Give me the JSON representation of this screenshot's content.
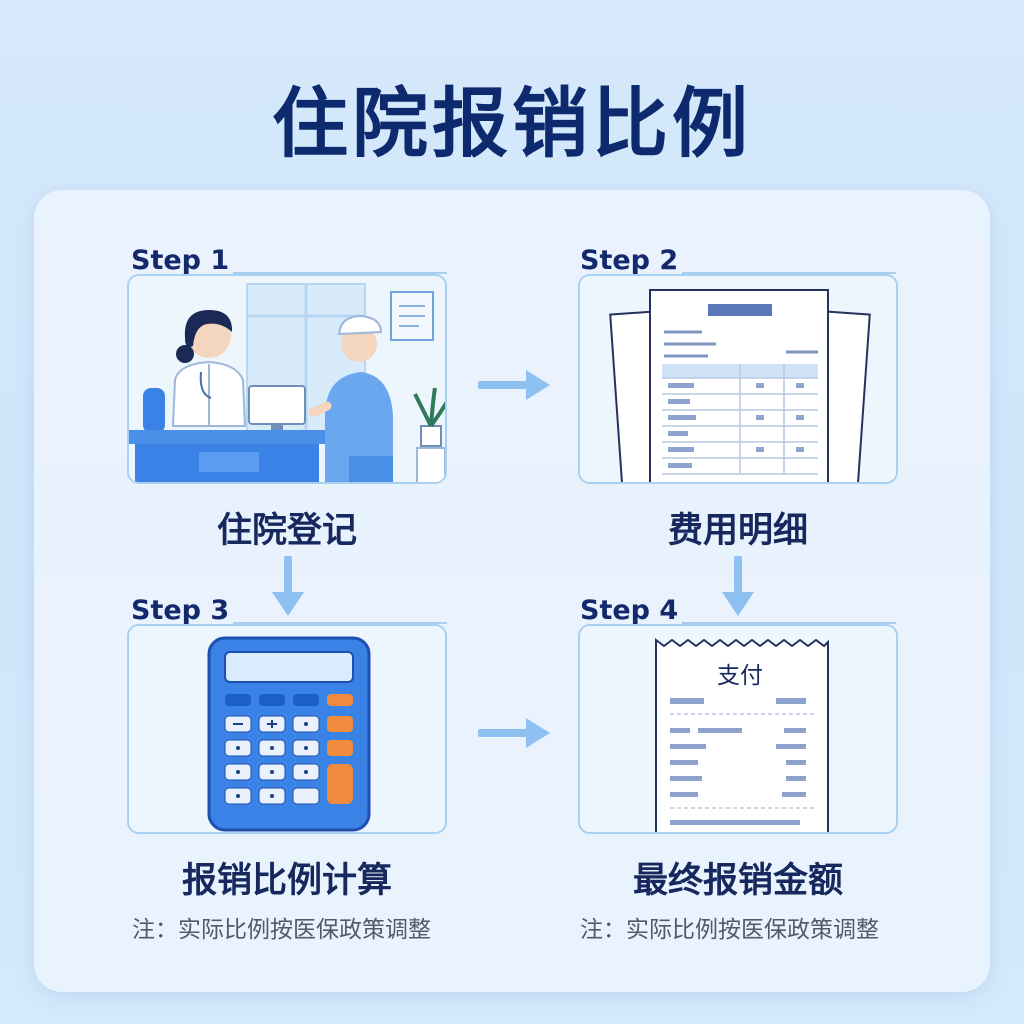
{
  "title": "住院报销比例",
  "steps": [
    {
      "label": "Step 1",
      "caption": "住院登记"
    },
    {
      "label": "Step 2",
      "caption": "费用明细"
    },
    {
      "label": "Step 3",
      "caption": "报销比例计算"
    },
    {
      "label": "Step 4",
      "caption": "最终报销金额"
    }
  ],
  "receipt": {
    "title": "支付"
  },
  "notes": [
    "注：实际比例按医保政策调整",
    "注：实际比例按医保政策调整"
  ],
  "colors": {
    "title": "#0d2a6e",
    "accent_blue": "#3b82e6",
    "arrow": "#7fb7ef",
    "calc_orange": "#f08a3c"
  },
  "icons": [
    "doctor-desk-illustration",
    "bill-documents-illustration",
    "calculator-illustration",
    "payment-receipt-illustration"
  ]
}
